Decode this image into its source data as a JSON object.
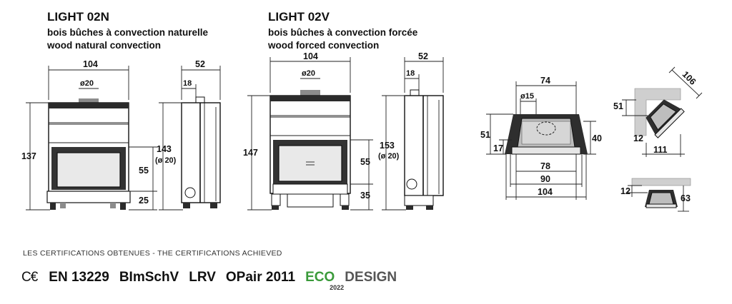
{
  "model_n": {
    "title": "LIGHT 02N",
    "subtitle_fr": "bois bûches à convection naturelle",
    "subtitle_en": "wood natural convection",
    "dims": {
      "width": "104",
      "flue": "ø20",
      "height": "137",
      "glass": "55",
      "base": "25",
      "side_depth": "52",
      "side_offset": "18",
      "side_height": "143",
      "side_height_note": "(ø 20)"
    }
  },
  "model_v": {
    "title": "LIGHT 02V",
    "subtitle_fr": "bois bûches à convection forcée",
    "subtitle_en": "wood forced convection",
    "dims": {
      "width": "104",
      "flue": "ø20",
      "height": "147",
      "glass": "55",
      "base": "35",
      "side_depth": "52",
      "side_offset": "18",
      "side_height": "153",
      "side_height_note": "(ø 20)"
    }
  },
  "plan_view": {
    "top": "74",
    "flue": "ø15",
    "left_depth": "51",
    "left_inner": "17",
    "right_depth": "40",
    "inner": "78",
    "mid": "90",
    "outer": "104"
  },
  "corner_view": {
    "diag": "106",
    "depth": "51",
    "wall": "12",
    "width": "111"
  },
  "front_small_view": {
    "wall": "12",
    "depth": "63"
  },
  "certifications": {
    "label": "LES CERTIFICATIONS OBTENUES - THE CERTIFICATIONS ACHIEVED",
    "ce": "C€",
    "items": [
      "EN 13229",
      "BImSchV",
      "LRV",
      "OPair 2011"
    ],
    "ecodesign_a": "ECO",
    "ecodesign_b": "DESIGN",
    "ecodesign_year": "2022"
  }
}
